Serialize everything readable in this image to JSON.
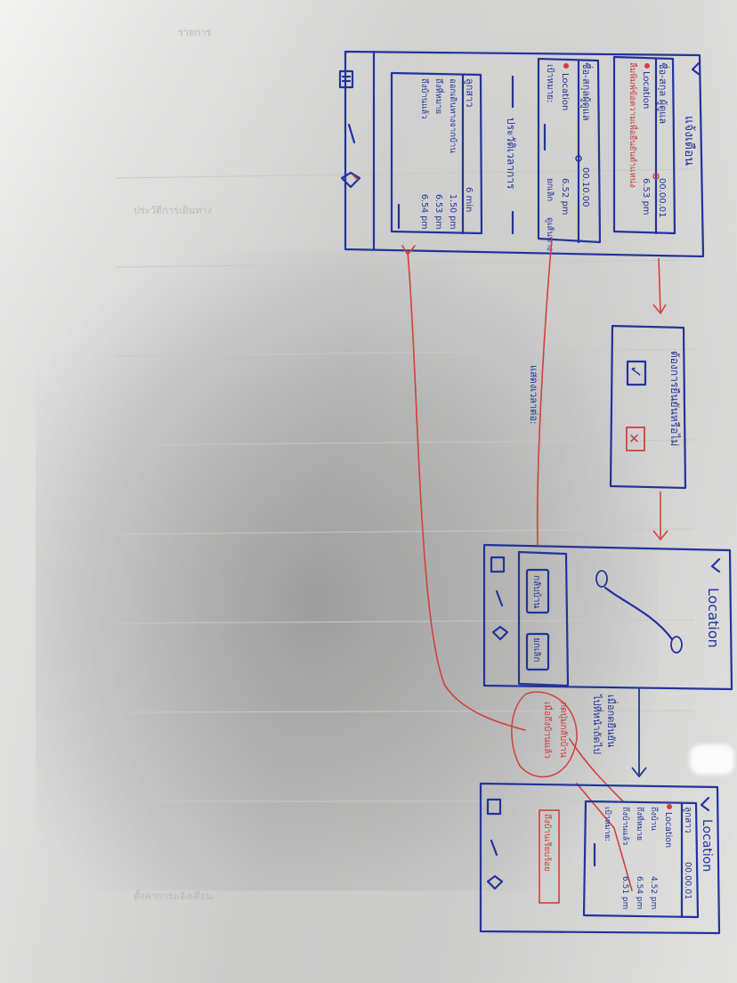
{
  "screen_notifications": {
    "title": "แจ้งเตือน",
    "card_alert": {
      "title": "ชื่อ-สกุล ผู้ดูแล",
      "time": "00.00.01",
      "location_label": "Location",
      "location_time": "6.53 pm",
      "note": "ลืมพิมพ์ข้อความเพื่อยืนยันตำแหน่ง"
    },
    "card_summary": {
      "title": "ชื่อ-สกุลผู้ดูแล",
      "time": "00.10.00",
      "location_label": "Location",
      "location_time": "6.52 pm",
      "field_label": "เป้าหมาย:",
      "buttons": [
        "ยกเลิก",
        "ดูเส้นทาง"
      ]
    },
    "section_title": "ประวัติเวลาการ",
    "card_history": {
      "title": "ลูกสาว",
      "duration": "6 min",
      "rows": [
        {
          "label": "ออกเดินทางจากบ้าน",
          "time": "1.50 pm"
        },
        {
          "label": "ถึงที่หมาย",
          "time": "6.53 pm"
        },
        {
          "label": "ถึงบ้านแล้ว",
          "time": "6.54 pm"
        }
      ]
    }
  },
  "dialog": {
    "title": "ต้องการยืนยันหรือไม่",
    "confirm": "✓",
    "cancel": "✕"
  },
  "label_pending": "แสดงเวลาต่อ:",
  "screen_map": {
    "title": "Location",
    "buttons": [
      "กลับบ้าน",
      "ยกเลิก"
    ]
  },
  "map_note": {
    "line1": "เมื่อกดยืนยัน",
    "line2": "ไปที่หน้าถัดไป"
  },
  "red_note": {
    "line1": "กดปุ่มกลับบ้าน",
    "line2": "เมื่อถึงบ้านแล้ว"
  },
  "screen_arrival": {
    "title": "Location",
    "card": {
      "title": "ลูกสาว",
      "time": "00.00.01",
      "location_label": "Location",
      "rows": [
        {
          "label": "ถึงบ้าน",
          "time": "4.52 pm"
        },
        {
          "label": "ถึงที่หมาย",
          "time": "6.54 pm"
        },
        {
          "label": "ถึงบ้านแล้ว",
          "time": "6.51 pm"
        }
      ],
      "field_label": "เป้าหมาย:"
    },
    "badge": "ถึงบ้านเรียบร้อย"
  },
  "faint_bleed": [
    "รายการ",
    "ประวัติการเดินทาง",
    "ตั้งค่าการแจ้งเตือน"
  ]
}
